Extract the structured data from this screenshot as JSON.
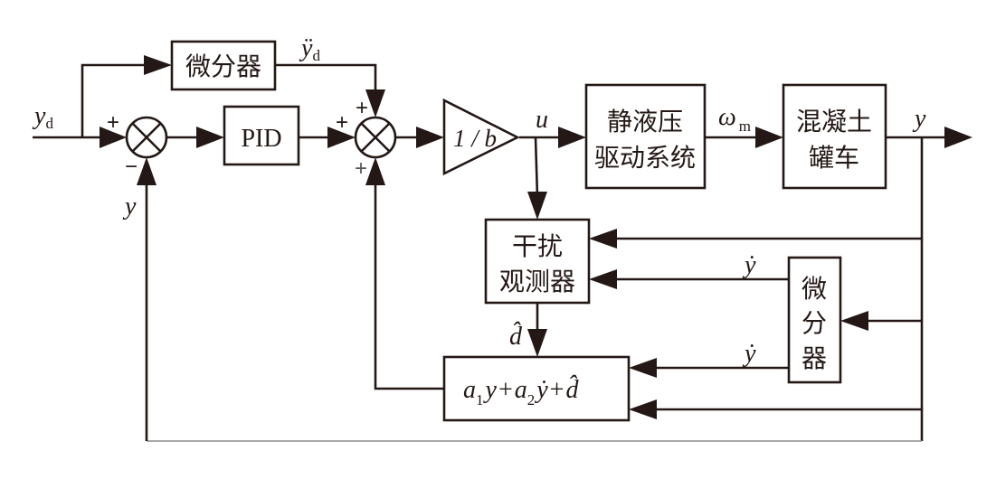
{
  "diagram": {
    "type": "control-block-diagram",
    "blocks": {
      "differentiator_top": "微分器",
      "pid": "PID",
      "gain": "1 / b",
      "hydrostatic_line1": "静液压",
      "hydrostatic_line2": "驱动系统",
      "truck_line1": "混凝土",
      "truck_line2": "罐车",
      "observer_line1": "干扰",
      "observer_line2": "观测器",
      "differentiator_right": [
        "微",
        "分",
        "器"
      ],
      "compensator_formula": {
        "a1": "a",
        "a1_sub": "1",
        "y": "y",
        "plus1": "+",
        "a2": "a",
        "a2_sub": "2",
        "ydot": "ẏ",
        "plus2": "+",
        "dhat": "d̂"
      }
    },
    "signals": {
      "reference": "y",
      "reference_sub": "d",
      "reference_ddot": "ÿ",
      "reference_ddot_sub": "d",
      "control": "u",
      "motor_speed": "ω",
      "motor_speed_sub": "m",
      "output": "y",
      "feedback": "y",
      "ydot_upper": "ẏ",
      "ydot_lower": "ẏ",
      "disturbance_estimate": "d̂"
    },
    "summer1_signs": {
      "left": "+",
      "bottom": "−"
    },
    "summer2_signs": {
      "top": "+",
      "left": "+",
      "bottom": "+"
    }
  }
}
